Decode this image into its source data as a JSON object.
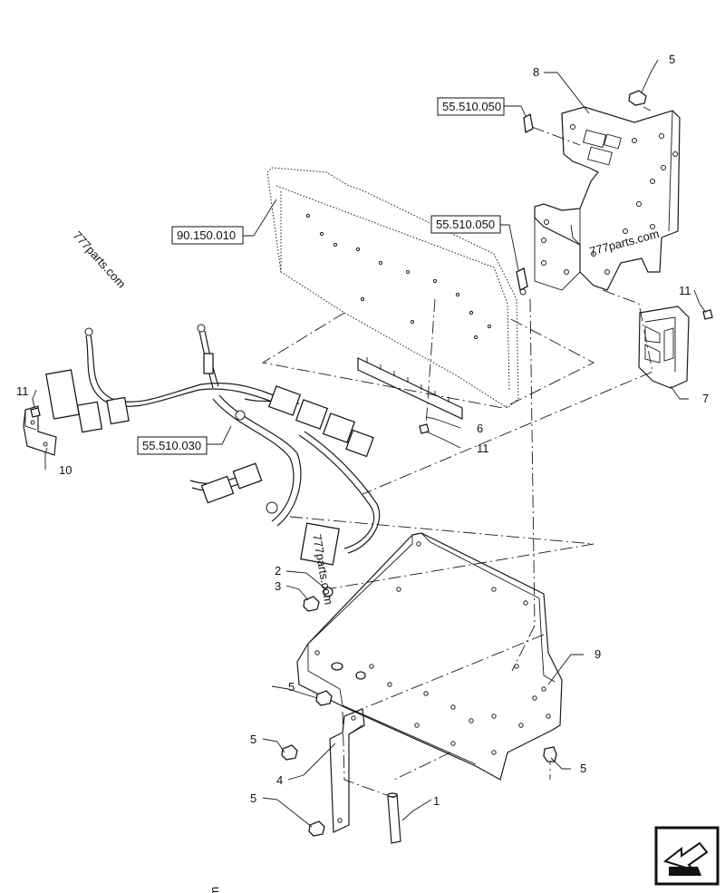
{
  "callouts": {
    "c1": "1",
    "c2": "2",
    "c3": "3",
    "c4": "4",
    "c5a": "5",
    "c5b": "5",
    "c5c": "5",
    "c5d": "5",
    "c5e": "5",
    "c6": "6",
    "c7": "7",
    "c8": "8",
    "c9": "9",
    "c10": "10",
    "c11a": "11",
    "c11b": "11",
    "c11c": "11"
  },
  "references": {
    "ref_a": "55.510.050",
    "ref_b": "55.510.050",
    "ref_c": "90.150.010",
    "ref_d": "55.510.030"
  },
  "watermarks": {
    "w1": "777parts.com",
    "w2": "777parts.com",
    "w3": "777parts.com",
    "w4": "ɯɔ"
  },
  "nav_icon": "arrow-back-icon"
}
